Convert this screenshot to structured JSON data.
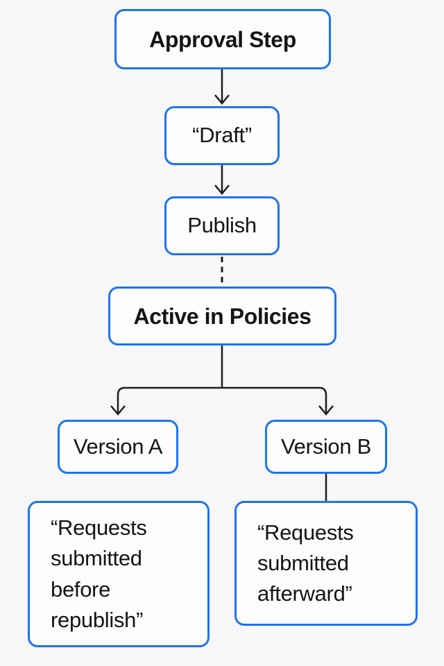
{
  "theme": {
    "background": "#f7f7f8",
    "node_fill": "#fdfdfe",
    "node_border": "#1b74f2",
    "connector": "#1c1c1c",
    "text": "#141414"
  },
  "diagram": {
    "nodes": {
      "approval": {
        "label": "Approval Step",
        "emphasis": "bold"
      },
      "draft": {
        "label": "“Draft”",
        "emphasis": "regular"
      },
      "publish": {
        "label": "Publish",
        "emphasis": "regular"
      },
      "active": {
        "label": "Active in Policies",
        "emphasis": "bold"
      },
      "version_a": {
        "label": "Version A",
        "emphasis": "regular"
      },
      "version_b": {
        "label": "Version B",
        "emphasis": "regular"
      },
      "before": {
        "label": "“Requests submitted before republish”",
        "emphasis": "regular"
      },
      "after": {
        "label": "“Requests submitted afterward”",
        "emphasis": "regular"
      }
    },
    "connectors": [
      {
        "from": "approval",
        "to": "draft",
        "style": "solid-arrow"
      },
      {
        "from": "draft",
        "to": "publish",
        "style": "solid-arrow"
      },
      {
        "from": "publish",
        "to": "active",
        "style": "dashed"
      },
      {
        "from": "active",
        "to": "version_a",
        "style": "solid-arrow"
      },
      {
        "from": "active",
        "to": "version_b",
        "style": "solid-arrow"
      },
      {
        "from": "version_b",
        "to": "after",
        "style": "solid"
      }
    ]
  }
}
